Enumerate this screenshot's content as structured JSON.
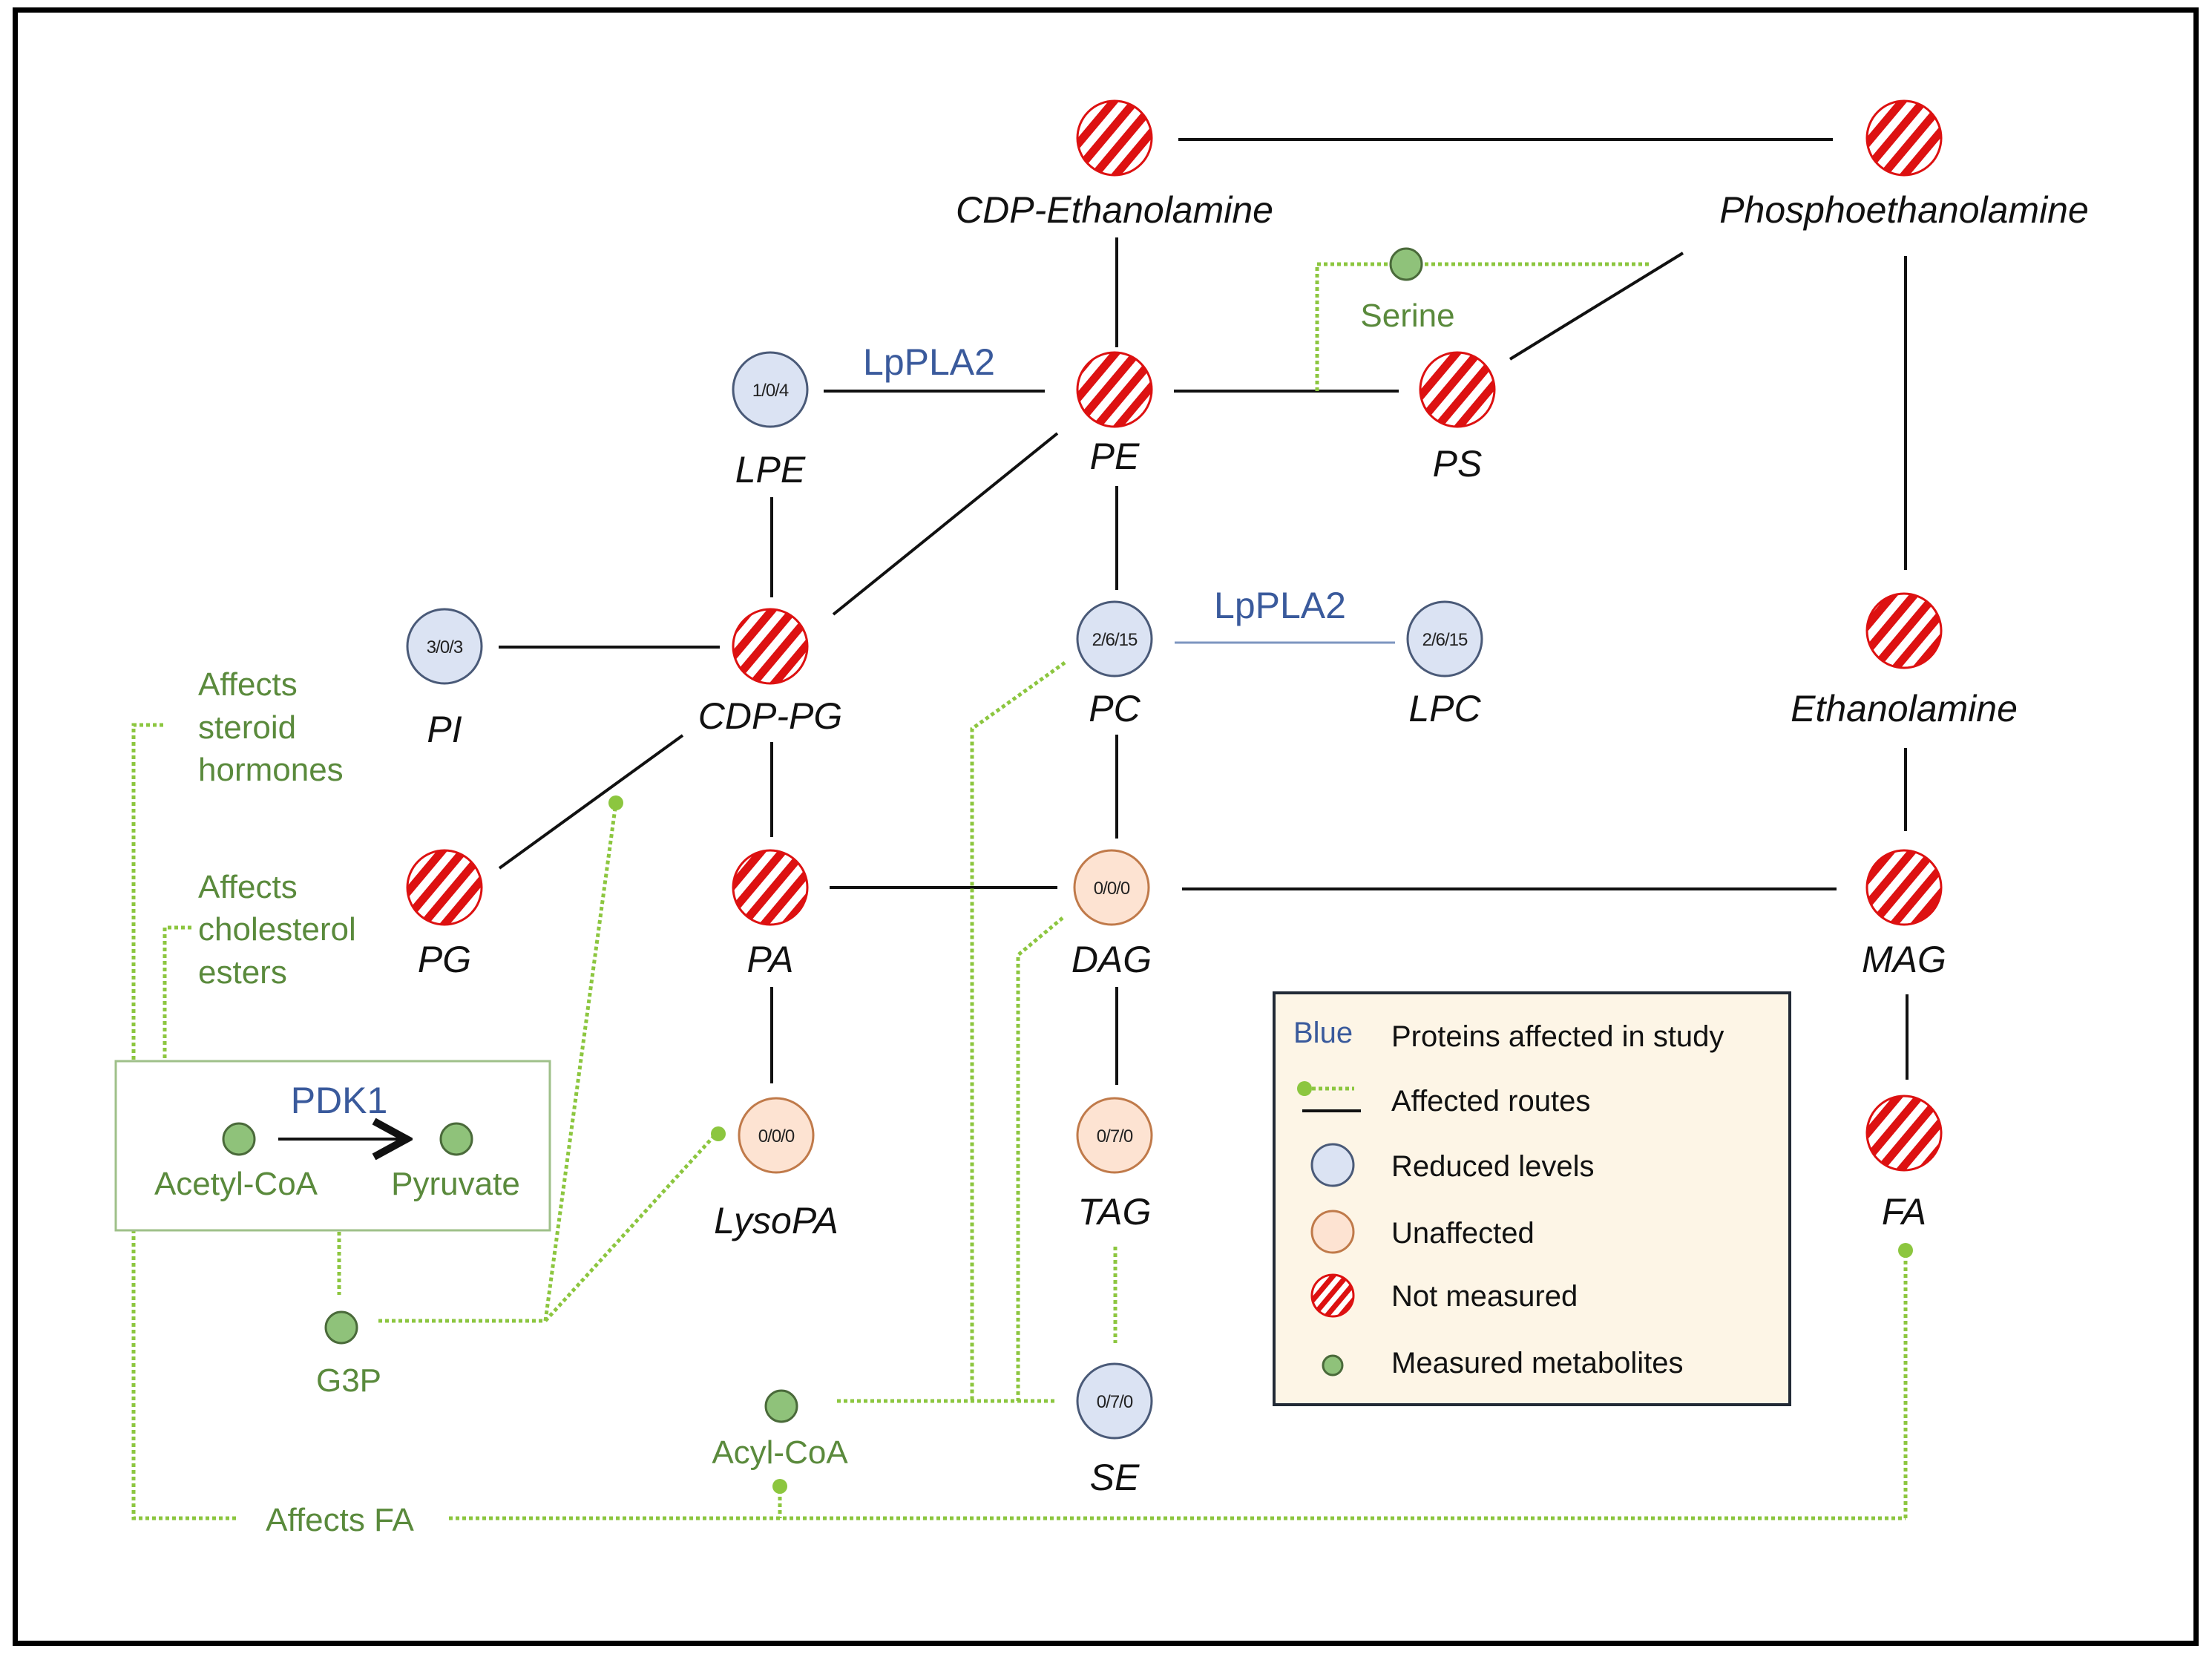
{
  "legend": {
    "items": [
      {
        "key": "Blue",
        "label": "Proteins affected in study",
        "symbol": "blue-text"
      },
      {
        "key": "",
        "label": "Affected routes",
        "symbol": "route-lines"
      },
      {
        "key": "",
        "label": "Reduced levels",
        "symbol": "reduced-circle"
      },
      {
        "key": "",
        "label": "Unaffected",
        "symbol": "unaffected-circle"
      },
      {
        "key": "",
        "label": "Not measured",
        "symbol": "not-measured-circle"
      },
      {
        "key": "",
        "label": "Measured metabolites",
        "symbol": "metabolite-dot"
      }
    ]
  },
  "colors": {
    "reduced_fill": "#dbe3f3",
    "reduced_stroke": "#4a5a78",
    "unaffected_fill": "#fde3d2",
    "unaffected_stroke": "#c07a4a",
    "not_measured": "#dd1111",
    "metabolite_fill": "#8fc27a",
    "metabolite_stroke": "#4a6a3a",
    "route": "#8cc63f",
    "protein_blue": "#3a5a9c",
    "legend_bg": "#fdf5e6"
  },
  "nodes": [
    {
      "id": "cdp-ethanolamine",
      "label": "CDP-Ethanolamine",
      "status": "not-measured",
      "value": ""
    },
    {
      "id": "phosphoethanolamine",
      "label": "Phosphoethanolamine",
      "status": "not-measured",
      "value": ""
    },
    {
      "id": "lpe",
      "label": "LPE",
      "status": "reduced",
      "value": "1/0/4"
    },
    {
      "id": "pe",
      "label": "PE",
      "status": "not-measured",
      "value": ""
    },
    {
      "id": "ps",
      "label": "PS",
      "status": "not-measured",
      "value": ""
    },
    {
      "id": "pi",
      "label": "PI",
      "status": "reduced",
      "value": "3/0/3"
    },
    {
      "id": "cdp-pg",
      "label": "CDP-PG",
      "status": "not-measured",
      "value": ""
    },
    {
      "id": "pc",
      "label": "PC",
      "status": "reduced",
      "value": "2/6/15"
    },
    {
      "id": "lpc",
      "label": "LPC",
      "status": "reduced",
      "value": "2/6/15"
    },
    {
      "id": "ethanolamine",
      "label": "Ethanolamine",
      "status": "not-measured",
      "value": ""
    },
    {
      "id": "pg",
      "label": "PG",
      "status": "not-measured",
      "value": ""
    },
    {
      "id": "pa",
      "label": "PA",
      "status": "not-measured",
      "value": ""
    },
    {
      "id": "dag",
      "label": "DAG",
      "status": "unaffected",
      "value": "0/0/0"
    },
    {
      "id": "mag",
      "label": "MAG",
      "status": "not-measured",
      "value": ""
    },
    {
      "id": "lysopa",
      "label": "LysoPA",
      "status": "unaffected",
      "value": "0/0/0"
    },
    {
      "id": "tag",
      "label": "TAG",
      "status": "unaffected",
      "value": "0/7/0"
    },
    {
      "id": "fa",
      "label": "FA",
      "status": "not-measured",
      "value": ""
    },
    {
      "id": "se",
      "label": "SE",
      "status": "reduced",
      "value": "0/7/0"
    }
  ],
  "metabolites": [
    {
      "id": "serine",
      "label": "Serine"
    },
    {
      "id": "g3p",
      "label": "G3P"
    },
    {
      "id": "acyl-coa",
      "label": "Acyl-CoA"
    },
    {
      "id": "acetyl-coa",
      "label": "Acetyl-CoA"
    },
    {
      "id": "pyruvate",
      "label": "Pyruvate"
    }
  ],
  "proteins": {
    "lppla2_top": "LpPLA2",
    "lppla2_mid": "LpPLA2",
    "pdk1": "PDK1"
  },
  "annotations": {
    "steroid": [
      "Affects",
      "steroid",
      "hormones"
    ],
    "cholesterol": [
      "Affects",
      "cholesterol",
      "esters"
    ],
    "fa": "Affects FA"
  }
}
